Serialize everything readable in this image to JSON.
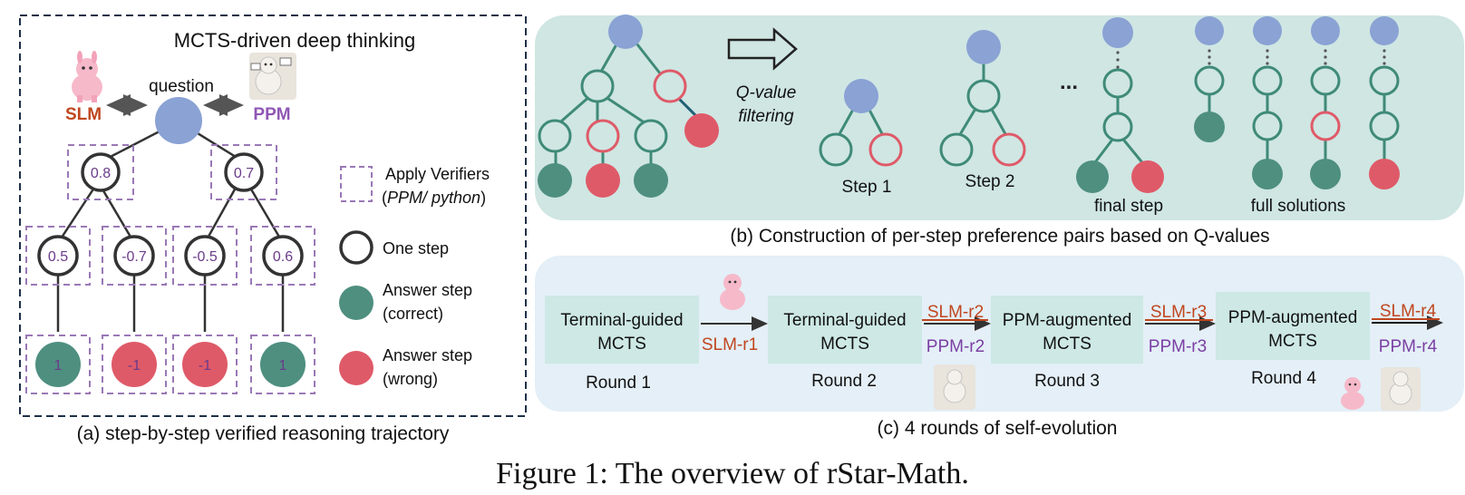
{
  "caption": "Figure 1: The overview of rStar-Math.",
  "panel_a": {
    "title": "MCTS-driven deep thinking",
    "slm_label": "SLM",
    "ppm_label": "PPM",
    "question_label": "question",
    "level1_values": [
      "0.8",
      "0.7"
    ],
    "level2_values": [
      "0.5",
      "-0.7",
      "-0.5",
      "0.6"
    ],
    "answer_values": [
      "1",
      "-1",
      "-1",
      "1"
    ],
    "legend": {
      "verifier_line1": "Apply Verifiers",
      "verifier_open": "(",
      "verifier_italic": "PPM/ python",
      "verifier_close": ")",
      "one_step": "One step",
      "answer_correct_line1": "Answer step",
      "answer_correct_line2": "(correct)",
      "answer_wrong_line1": "Answer step",
      "answer_wrong_line2": "(wrong)"
    },
    "sub_caption": "(a) step-by-step verified reasoning trajectory"
  },
  "panel_b": {
    "filter_line1": "Q-value",
    "filter_line2": "filtering",
    "step1": "Step 1",
    "step2": "Step 2",
    "ellipsis": "...",
    "final_step": "final step",
    "full_solutions": "full solutions",
    "sub_caption": "(b) Construction of per-step preference pairs based on Q-values"
  },
  "panel_c": {
    "boxes": [
      {
        "line1": "Terminal-guided",
        "line2": "MCTS",
        "round": "Round 1"
      },
      {
        "line1": "Terminal-guided",
        "line2": "MCTS",
        "round": "Round 2"
      },
      {
        "line1": "PPM-augmented",
        "line2": "MCTS",
        "round": "Round 3"
      },
      {
        "line1": "PPM-augmented",
        "line2": "MCTS",
        "round": "Round 4"
      }
    ],
    "arrows": [
      {
        "slm": "SLM-r1",
        "ppm": ""
      },
      {
        "slm": "SLM-r2",
        "ppm": "PPM-r2"
      },
      {
        "slm": "SLM-r3",
        "ppm": "PPM-r3"
      },
      {
        "slm": "SLM-r4",
        "ppm": "PPM-r4"
      }
    ],
    "sub_caption": "(c) 4 rounds of self-evolution"
  },
  "colors": {
    "node_blue": "#8aa2d4",
    "node_green": "#4e8f80",
    "node_red": "#df5a68",
    "ring_green": "#3f8a78",
    "ring_red": "#df5a68",
    "ring_dark": "#333333",
    "panel_b_bg": "#cfe6e3",
    "panel_c_bg": "#e4eff7",
    "box_bg": "#cde8e5",
    "verifier_dash": "#9a78b6",
    "slm_text": "#c0461f",
    "ppm_text": "#7b3fa3",
    "value_text": "#6a3b8a"
  }
}
